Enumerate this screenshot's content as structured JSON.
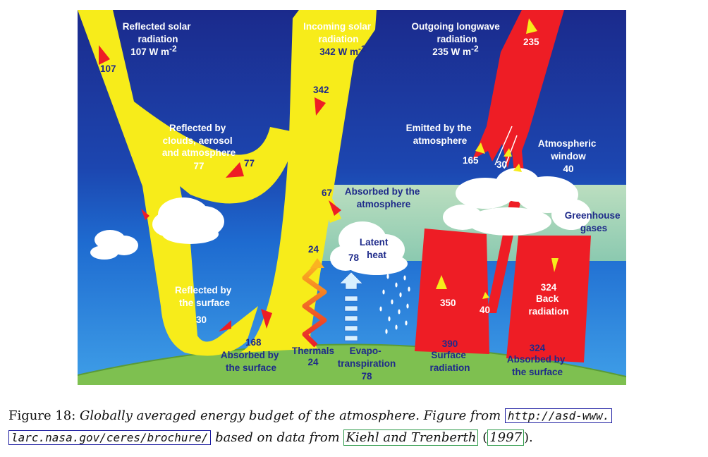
{
  "diagram": {
    "labels": {
      "reflected_solar": [
        "Reflected solar",
        "radiation"
      ],
      "reflected_solar_value": "107 W m",
      "incoming_solar": [
        "Incoming solar",
        "radiation"
      ],
      "incoming_solar_value": "342 W m",
      "outgoing_longwave": [
        "Outgoing longwave",
        "radiation"
      ],
      "outgoing_longwave_value": "235 W m",
      "unit_exponent": "-2",
      "reflected_clouds": [
        "Reflected by",
        "clouds, aerosol",
        "and atmosphere"
      ],
      "emitted_atmosphere": [
        "Emitted by the",
        "atmosphere"
      ],
      "atmospheric_window": [
        "Atmospheric",
        "window"
      ],
      "absorbed_atmosphere": [
        "Absorbed by the",
        "atmosphere"
      ],
      "greenhouse": [
        "Greenhouse",
        "gases"
      ],
      "latent_heat": [
        "Latent",
        "heat"
      ],
      "reflected_surface": [
        "Reflected by",
        "the surface"
      ],
      "absorbed_surface_left": [
        "Absorbed by",
        "the surface"
      ],
      "thermals": "Thermals",
      "evapo": [
        "Evapo-",
        "transpiration"
      ],
      "surface_radiation": [
        "Surface",
        "radiation"
      ],
      "back_radiation": [
        "Back",
        "radiation"
      ],
      "absorbed_surface_right": [
        "Absorbed by",
        "the surface"
      ]
    },
    "values": {
      "reflected_solar": "107",
      "incoming_solar": "342",
      "outgoing_longwave": "235",
      "reflected_clouds": "77",
      "reflected_clouds_arrow": "77",
      "emitted_atmosphere": "165",
      "emitted_clouds": "30",
      "window": "40",
      "window_arrow": "40",
      "window_lower": "40",
      "absorbed_atmosphere": "67",
      "latent_heat": "78",
      "thermals_top": "24",
      "reflected_surface": "30",
      "absorbed_surface": "168",
      "thermals": "24",
      "evapo": "78",
      "surface_radiation_up": "350",
      "surface_radiation": "390",
      "back_radiation": "324",
      "absorbed_surface_right": "324"
    },
    "colors": {
      "space_top": "#1b2a8c",
      "space_mid": "#1e5bbf",
      "atmosphere_band": "#b9e4b2",
      "ground": "#7ec050",
      "solar_beam": "#f7ec1a",
      "longwave_beam": "#ee1d25",
      "cloud": "#ffffff",
      "label_dark": "#1e2a8a"
    }
  },
  "caption": {
    "prefix": "Figure 18:",
    "text": "Globally averaged energy budget of the atmosphere. Figure from",
    "url_part1": "http://asd-www.",
    "url_part2": "larc.nasa.gov/ceres/brochure/",
    "based_on": "based on data from",
    "ref_authors": "Kiehl and Trenberth",
    "ref_year": "1997",
    "open_paren": "(",
    "close": ")."
  }
}
